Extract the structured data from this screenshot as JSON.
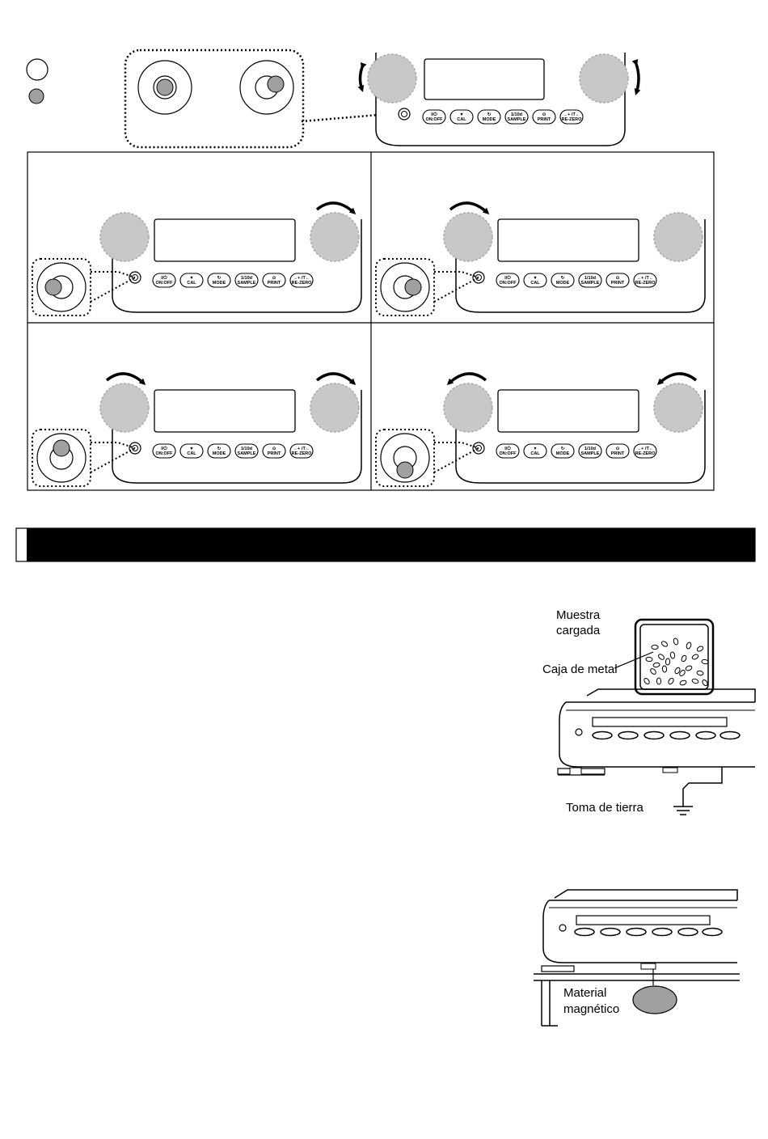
{
  "keys": [
    "I/⏻ ON:OFF",
    "▼ CAL",
    "↻ MODE",
    "1/10d SAMPLE",
    "⊙ PRINT",
    "→+ /T← RE-ZERO"
  ],
  "key_lines": [
    [
      "I/⏻",
      "ON:OFF"
    ],
    [
      "▼",
      "CAL"
    ],
    [
      "↻",
      "MODE"
    ],
    [
      "1/10d",
      "SAMPLE"
    ],
    [
      "⊙",
      "PRINT"
    ],
    [
      "→+ /T←",
      "RE-ZERO"
    ]
  ],
  "figure_static": {
    "sample_label_line1": "Muestra",
    "sample_label_line2": "cargada",
    "box_label": "Caja de metal",
    "ground_label": "Toma de tierra"
  },
  "figure_magnetic": {
    "label_line1": "Material",
    "label_line2": "magnético"
  },
  "colors": {
    "knob_fill": "#c8c8c8",
    "bubble_fill": "#a0a0a0",
    "section_bar": "#000000"
  }
}
